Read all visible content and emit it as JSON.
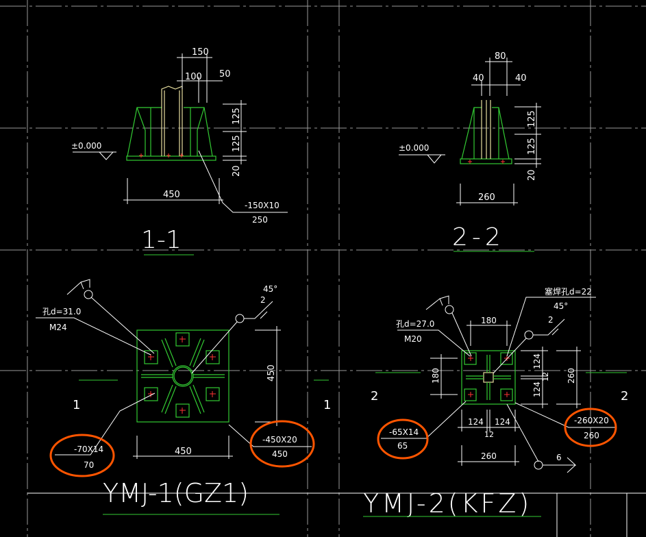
{
  "colors": {
    "background": "#000000",
    "grid": "#9a9a9a",
    "dimension": "#ffffff",
    "outline": "#33cc33",
    "bolt_marker": "#ff3333",
    "title_underline": "#33cc33",
    "highlight_circle": "#ff5500"
  },
  "section_1_1": {
    "title": "1-1",
    "elevation": "±0.000",
    "dim_top_150": "150",
    "dim_top_100": "100",
    "dim_top_50": "50",
    "dim_right_125a": "125",
    "dim_right_125b": "125",
    "dim_right_20": "20",
    "dim_bottom_450": "450",
    "leader_plate": "-150X10",
    "leader_plate_len": "250"
  },
  "section_2_2": {
    "title": "2-2",
    "elevation": "±0.000",
    "dim_top_80": "80",
    "dim_top_40a": "40",
    "dim_top_40b": "40",
    "dim_right_125a": "125",
    "dim_right_125b": "125",
    "dim_right_20": "20",
    "dim_bottom_260": "260"
  },
  "ymj1": {
    "title": "YMJ-1(GZ1)",
    "hole": "孔d=31.0",
    "bolt": "M24",
    "weld_angle": "45°",
    "weld_size": "2",
    "dim_right_450": "450",
    "dim_bottom_450": "450",
    "plate_small": "-70X14",
    "plate_small_len": "70",
    "plate_main": "-450X20",
    "plate_main_len": "450",
    "marker_left": "1",
    "marker_right": "1"
  },
  "ymj2": {
    "title": "YMJ-2(KFZ)",
    "hole": "孔d=27.0",
    "bolt": "M20",
    "top_hole": "塞焊孔d=22",
    "weld_angle": "45°",
    "weld_size": "2",
    "dim_top_180": "180",
    "dim_left_180": "180",
    "dim_right_124a": "124",
    "dim_right_12": "12",
    "dim_right_124b": "124",
    "dim_right_260": "260",
    "dim_bottom_124a": "124",
    "dim_bottom_124b": "124",
    "dim_bottom_12": "12",
    "dim_bottom_260": "260",
    "plate_small": "-65X14",
    "plate_small_len": "65",
    "plate_main": "-260X20",
    "plate_main_len": "260",
    "weld_bottom": "6",
    "marker_left": "2",
    "marker_right": "2"
  }
}
